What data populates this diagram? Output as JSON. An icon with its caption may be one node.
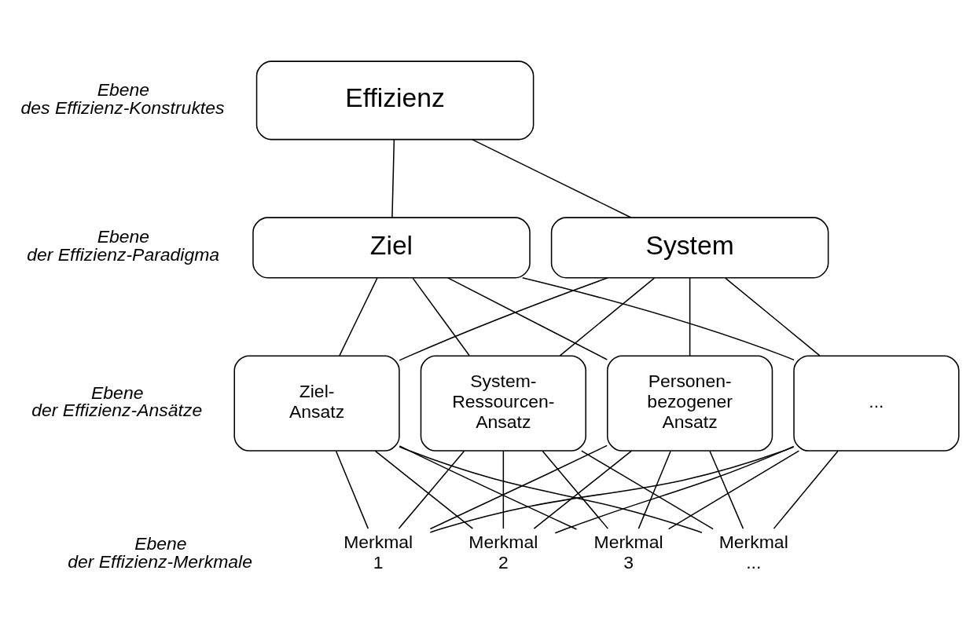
{
  "diagram": {
    "nodes": [
      {
        "text": [
          "Effizienz"
        ]
      },
      {
        "text": [
          "Ziel"
        ]
      },
      {
        "text": [
          "System"
        ]
      },
      {
        "text": [
          "Ziel- Ansatz"
        ]
      },
      {
        "text": [
          "System- Ressourcen- Ansatz"
        ]
      },
      {
        "text": [
          "Personen- bezogener Ansatz"
        ]
      },
      {
        "text": [
          "..."
        ]
      },
      {
        "text": [
          "Merkmal 1"
        ]
      },
      {
        "text": [
          "Merkmal 2"
        ]
      },
      {
        "text": [
          "Merkmal 3"
        ]
      },
      {
        "text": [
          "Merkmal ..."
        ]
      }
    ],
    "edges": [
      {
        "from": 0,
        "to": 1,
        "arrow": "none"
      },
      {
        "from": 0,
        "to": 2,
        "arrow": "none"
      },
      {
        "from": 1,
        "to": 3,
        "arrow": "none"
      },
      {
        "from": 1,
        "to": 4,
        "arrow": "none"
      },
      {
        "from": 1,
        "to": 5,
        "arrow": "none"
      },
      {
        "from": 1,
        "to": 6,
        "arrow": "none"
      },
      {
        "from": 2,
        "to": 3,
        "arrow": "none"
      },
      {
        "from": 2,
        "to": 4,
        "arrow": "none"
      },
      {
        "from": 2,
        "to": 5,
        "arrow": "none"
      },
      {
        "from": 2,
        "to": 6,
        "arrow": "none"
      },
      {
        "from": 3,
        "to": 7,
        "arrow": "none"
      },
      {
        "from": 3,
        "to": 8,
        "arrow": "none"
      },
      {
        "from": 3,
        "to": 9,
        "arrow": "none"
      },
      {
        "from": 3,
        "to": 10,
        "arrow": "none"
      },
      {
        "from": 4,
        "to": 7,
        "arrow": "none"
      },
      {
        "from": 4,
        "to": 8,
        "arrow": "none"
      },
      {
        "from": 4,
        "to": 9,
        "arrow": "none"
      },
      {
        "from": 4,
        "to": 10,
        "arrow": "none"
      },
      {
        "from": 5,
        "to": 7,
        "arrow": "none"
      },
      {
        "from": 5,
        "to": 8,
        "arrow": "none"
      },
      {
        "from": 5,
        "to": 9,
        "arrow": "none"
      },
      {
        "from": 5,
        "to": 10,
        "arrow": "none"
      },
      {
        "from": 6,
        "to": 7,
        "arrow": "none"
      },
      {
        "from": 6,
        "to": 8,
        "arrow": "none"
      },
      {
        "from": 6,
        "to": 9,
        "arrow": "none"
      },
      {
        "from": 6,
        "to": 10,
        "arrow": "none"
      }
    ],
    "labels": [
      "Ebene des Effizienz-Konstruktes",
      "Ebene der Effizienz-Paradigma",
      "Ebene der Effizienz-Ansätze",
      "Ebene der Effizienz-Merkmale"
    ]
  }
}
